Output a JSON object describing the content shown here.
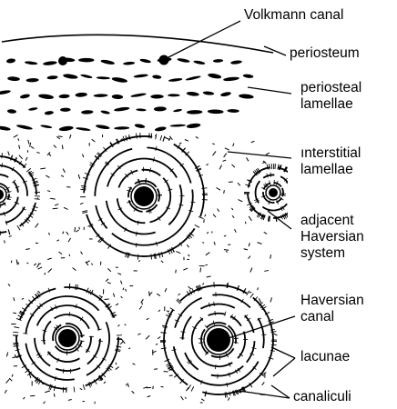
{
  "diagram": {
    "colors": {
      "ink": "#000000",
      "paper": "#ffffff"
    },
    "labels": {
      "volkmann_canal": "Volkmann canal",
      "periosteum": "periosteum",
      "periosteal_lamellae_line1": "periosteal",
      "periosteal_lamellae_line2": "lamellae",
      "interstitial_lamellae_line1": "ınterstitial",
      "interstitial_lamellae_line2": "lamellae",
      "adjacent_haversian_line1": "adjacent",
      "adjacent_haversian_line2": "Haversian",
      "adjacent_haversian_line3": "system",
      "haversian_canal_line1": "Haversian",
      "haversian_canal_line2": "canal",
      "lacunae": "lacunae",
      "canaliculi": "canaliculi"
    }
  }
}
